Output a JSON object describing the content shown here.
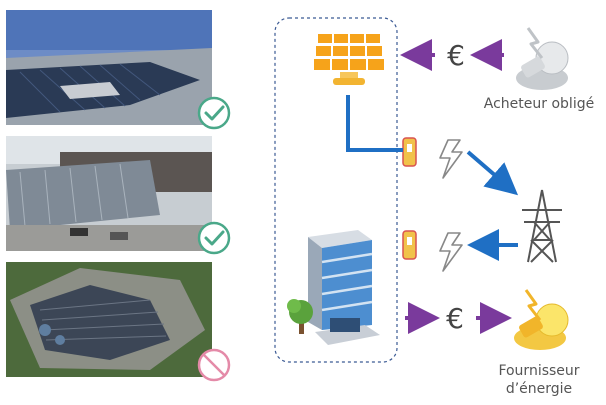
{
  "diagram": {
    "labels": {
      "acheteur": "Acheteur obligé",
      "fournisseur_line1": "Fournisseur",
      "fournisseur_line2": "d’énergie",
      "euro": "€"
    },
    "photos": [
      {
        "subject": "rooftop solar panels",
        "status": "check"
      },
      {
        "subject": "solar carport",
        "status": "check"
      },
      {
        "subject": "ground-mounted solar farm",
        "status": "forbidden"
      }
    ],
    "colors": {
      "check": "#4aa889",
      "forbidden": "#e48aa8",
      "blue_flow": "#1f6fc4",
      "purple_flow": "#7a3a9c",
      "solar_orange": "#f6a31a",
      "dashed_box": "#3b5a94"
    }
  }
}
